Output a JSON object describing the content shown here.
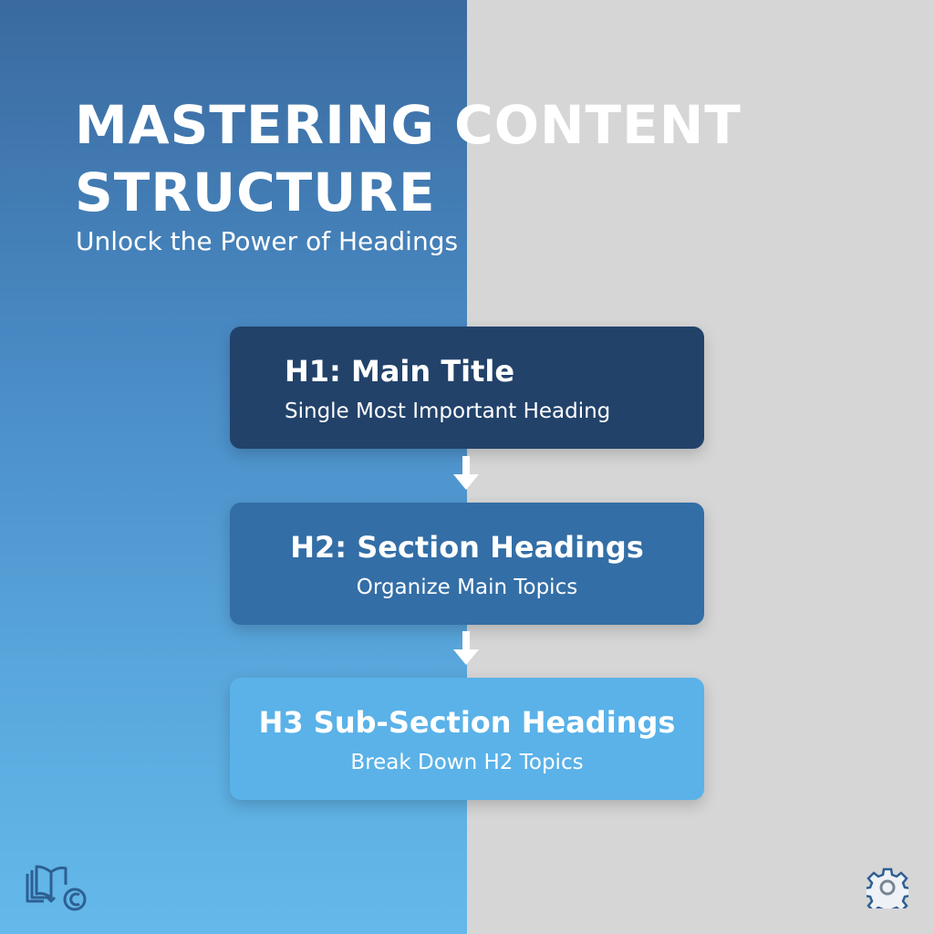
{
  "title_lines": [
    "MASTERING CONTENT",
    "STRUCTURE"
  ],
  "subtitle": "Unlock the Power of Headings",
  "levels": [
    {
      "heading": "H1: Main Title",
      "description": "Single Most Important Heading",
      "color": "#22426a"
    },
    {
      "heading": "H2: Section Headings",
      "description": "Organize Main Topics",
      "color": "#336ea6"
    },
    {
      "heading": "H3 Sub-Section Headings",
      "description": "Break Down H2 Topics",
      "color": "#5ab2e8"
    }
  ],
  "icons": {
    "bottom_left": "book-logo-icon",
    "bottom_right": "gear-icon"
  }
}
